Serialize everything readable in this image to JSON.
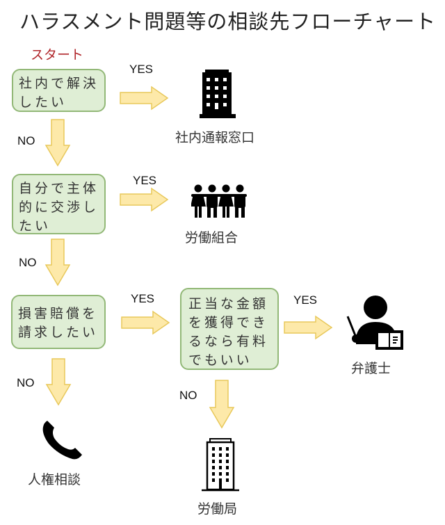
{
  "title": "ハラスメント問題等の相談先フローチャート",
  "start_label": "スタート",
  "colors": {
    "box_fill": "#dfeed5",
    "box_border": "#92b877",
    "arrow_fill": "#fde9a9",
    "arrow_border": "#e8c85a",
    "start": "#b0262b"
  },
  "questions": [
    {
      "id": "q1",
      "text": "社内で解決したい"
    },
    {
      "id": "q2",
      "text": "自分で主体的に交渉したい"
    },
    {
      "id": "q3",
      "text": "損害賠償を請求したい"
    },
    {
      "id": "q4",
      "text": "正当な金額を獲得できるなら有料でもいい"
    }
  ],
  "answers": {
    "yes": "YES",
    "no": "NO"
  },
  "destinations": [
    {
      "id": "d1",
      "label": "社内通報窓口",
      "icon": "office-building-icon"
    },
    {
      "id": "d2",
      "label": "労働組合",
      "icon": "people-group-icon"
    },
    {
      "id": "d3",
      "label": "弁護士",
      "icon": "lawyer-teacher-icon"
    },
    {
      "id": "d4",
      "label": "人権相談",
      "icon": "telephone-icon"
    },
    {
      "id": "d5",
      "label": "労働局",
      "icon": "tall-building-icon"
    }
  ]
}
